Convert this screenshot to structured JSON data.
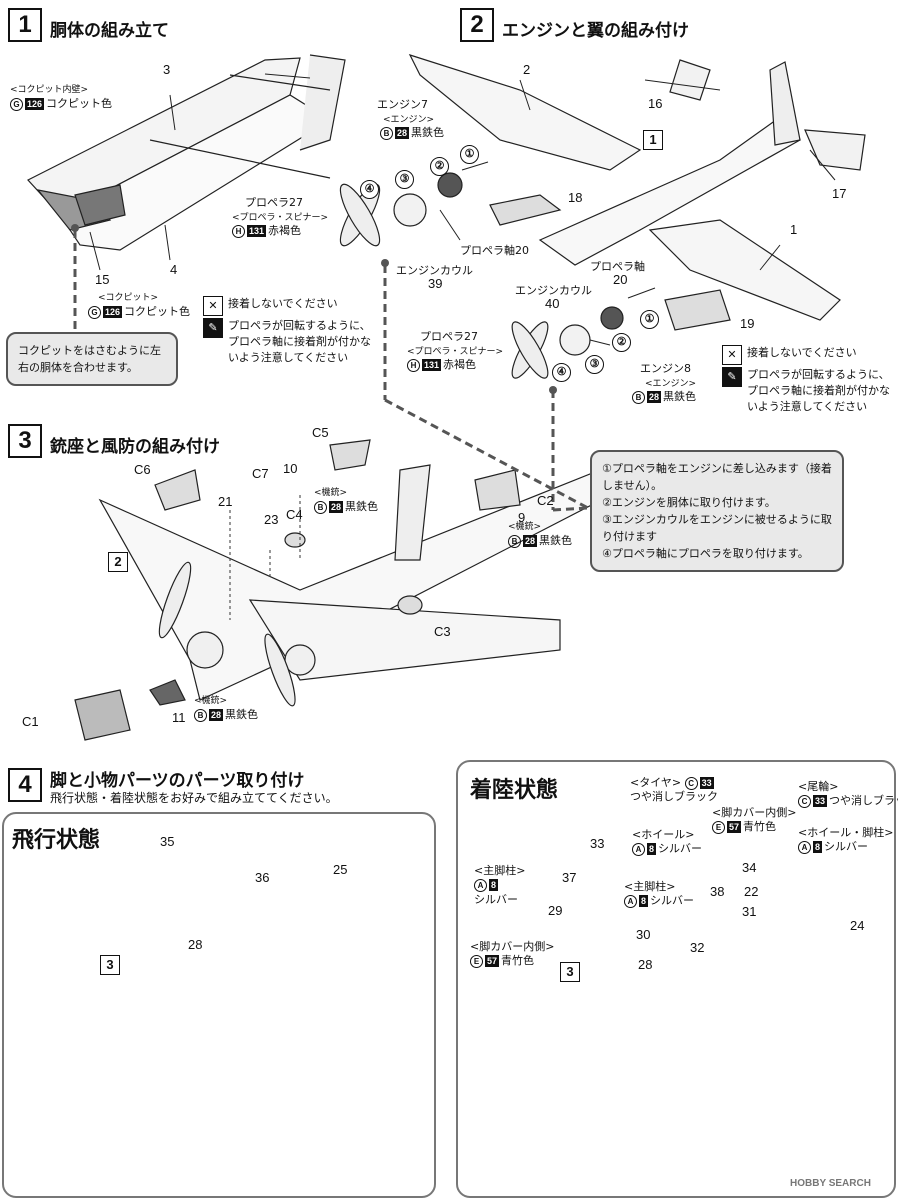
{
  "step1": {
    "num": "1",
    "title": "胴体の組み立て",
    "parts": {
      "p3": "3",
      "p4": "4",
      "p15": "15"
    },
    "cockpit_wall": {
      "label": "<コクピット内壁>",
      "paint_code": "G",
      "paint_num": "126",
      "color": "コクピット色"
    },
    "cockpit": {
      "label": "<コクピット>",
      "paint_code": "G",
      "paint_num": "126",
      "color": "コクピット色"
    },
    "note": "コクピットをはさむように左右の胴体を合わせます。"
  },
  "step2": {
    "num": "2",
    "title": "エンジンと翼の組み付け",
    "parts": {
      "p2": "2",
      "p16": "16",
      "p17": "17",
      "p18": "18",
      "p1": "1",
      "p19": "19"
    },
    "ref": "1",
    "left": {
      "engine_label": "エンジン7",
      "engine_sub": "<エンジン>",
      "engine_paint_code": "B",
      "engine_paint_num": "28",
      "engine_color": "黒鉄色",
      "prop_label": "プロペラ27",
      "prop_sub": "<プロペラ・スピナー>",
      "prop_paint_code": "H",
      "prop_paint_num": "131",
      "prop_color": "赤褐色",
      "shaft": "プロペラ軸20",
      "cowl": "エンジンカウル",
      "cowl_num": "39"
    },
    "right": {
      "cowl": "エンジンカウル",
      "cowl_num": "40",
      "shaft": "プロペラ軸",
      "shaft_num": "20",
      "prop_label": "プロペラ27",
      "prop_sub": "<プロペラ・スピナー>",
      "prop_paint_code": "H",
      "prop_paint_num": "131",
      "prop_color": "赤褐色",
      "engine_label": "エンジン8",
      "engine_sub": "<エンジン>",
      "engine_paint_code": "B",
      "engine_paint_num": "28",
      "engine_color": "黒鉄色"
    },
    "circled": [
      "①",
      "②",
      "③",
      "④"
    ],
    "no_glue": "接着しないでください",
    "caution": "プロペラが回転するように、プロペラ軸に接着剤が付かないよう注意してください",
    "instructions": [
      "①プロペラ軸をエンジンに差し込みます（接着しません）。",
      "②エンジンを胴体に取り付けます。",
      "③エンジンカウルをエンジンに被せるように取り付けます",
      "④プロペラ軸にプロペラを取り付けます。"
    ]
  },
  "step3": {
    "num": "3",
    "title": "銃座と風防の組み付け",
    "ref": "2",
    "parts": {
      "c5": "C5",
      "c6": "C6",
      "c7": "C7",
      "p10": "10",
      "p21": "21",
      "p23": "23",
      "c4": "C4",
      "c2": "C2",
      "p9": "9",
      "c3": "C3",
      "c1": "C1",
      "p11": "11"
    },
    "gun": {
      "label": "<機銃>",
      "paint_code": "B",
      "paint_num": "28",
      "color": "黒鉄色"
    }
  },
  "step4": {
    "num": "4",
    "title": "脚と小物パーツのパーツ取り付け",
    "subtitle": "飛行状態・着陸状態をお好みで組み立ててください。",
    "flight": {
      "title": "飛行状態",
      "ref": "3",
      "parts": {
        "p35": "35",
        "p36": "36",
        "p25": "25",
        "p28": "28"
      }
    },
    "landing": {
      "title": "着陸状態",
      "ref": "3",
      "parts": {
        "p33a": "33",
        "p37": "37",
        "p29": "29",
        "p30": "30",
        "p34": "34",
        "p38": "38",
        "p31": "31",
        "p32": "32",
        "p22": "22",
        "p24": "24",
        "p28": "28"
      },
      "tire": {
        "label": "<タイヤ>",
        "paint_code": "C",
        "paint_num": "33",
        "color": "つや消しブラック"
      },
      "wheel": {
        "label": "<ホイール>",
        "paint_code": "A",
        "paint_num": "8",
        "color": "シルバー"
      },
      "cover_inner_a": {
        "label": "<脚カバー内側>",
        "paint_code": "E",
        "paint_num": "57",
        "color": "青竹色"
      },
      "tail_wheel": {
        "label": "<尾輪>",
        "paint_code": "C",
        "paint_num": "33",
        "color": "つや消しブラック"
      },
      "wheel_strut": {
        "label": "<ホイール・脚柱>",
        "paint_code": "A",
        "paint_num": "8",
        "color": "シルバー"
      },
      "main_strut_l": {
        "label": "<主脚柱>",
        "paint_code": "A",
        "paint_num": "8",
        "color": "シルバー"
      },
      "main_strut_r": {
        "label": "<主脚柱>",
        "paint_code": "A",
        "paint_num": "8",
        "color": "シルバー"
      },
      "cover_inner_b": {
        "label": "<脚カバー内側>",
        "paint_code": "E",
        "paint_num": "57",
        "color": "青竹色"
      }
    }
  },
  "footer": {
    "watermark": "HOBBY SEARCH"
  }
}
